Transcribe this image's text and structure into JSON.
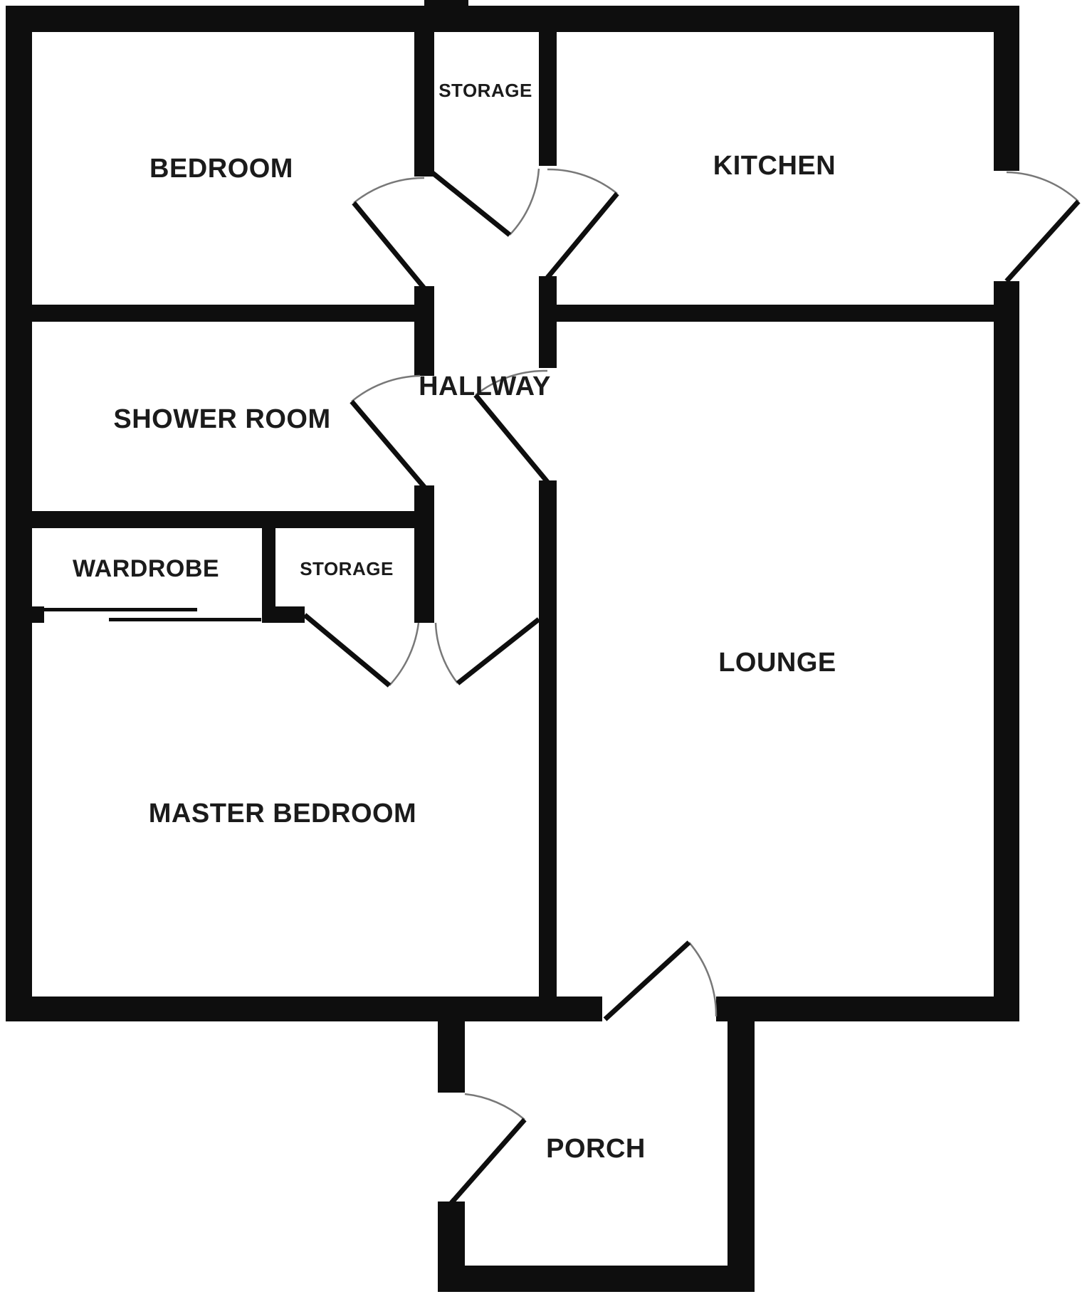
{
  "floorplan": {
    "type": "residential-floor-plan",
    "colors": {
      "wall": "#0e0e0e",
      "arc": "#787878",
      "text": "#1b1b1b",
      "background": "#ffffff"
    },
    "labels": {
      "bedroom": "BEDROOM",
      "storage_top": "STORAGE",
      "kitchen": "KITCHEN",
      "shower_room": "SHOWER ROOM",
      "hallway": "HALLWAY",
      "wardrobe": "WARDROBE",
      "storage_lower": "STORAGE",
      "lounge": "LOUNGE",
      "master_bedroom": "MASTER BEDROOM",
      "porch": "PORCH"
    },
    "doors": [
      "bedroom-door",
      "storage-top-door",
      "kitchen-door",
      "kitchen-exterior-door",
      "shower-room-door",
      "hallway-lounge-door",
      "storage-lower-door",
      "master-bedroom-door",
      "lounge-porch-door",
      "porch-entrance-door"
    ]
  }
}
